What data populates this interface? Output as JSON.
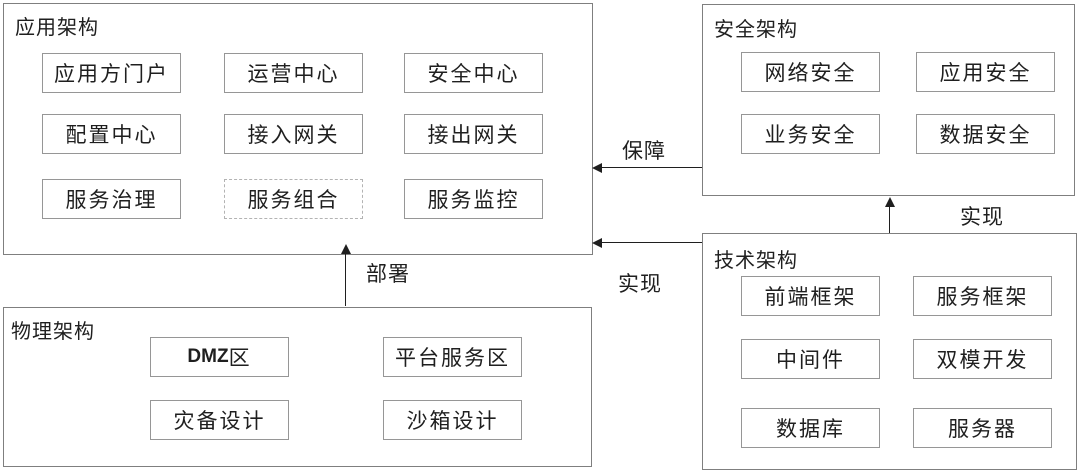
{
  "panels": {
    "application": {
      "title": "应用架构",
      "items": [
        "应用方门户",
        "运营中心",
        "安全中心",
        "配置中心",
        "接入网关",
        "接出网关",
        "服务治理",
        "服务组合",
        "服务监控"
      ]
    },
    "security": {
      "title": "安全架构",
      "items": [
        "网络安全",
        "应用安全",
        "业务安全",
        "数据安全"
      ]
    },
    "technology": {
      "title": "技术架构",
      "items": [
        "前端框架",
        "服务框架",
        "中间件",
        "双模开发",
        "数据库",
        "服务器"
      ]
    },
    "physical": {
      "title": "物理架构",
      "items": [
        "DMZ区",
        "平台服务区",
        "灾备设计",
        "沙箱设计"
      ]
    }
  },
  "arrows": {
    "guarantee": {
      "label": "保障",
      "from": "security",
      "to": "application"
    },
    "realize_app": {
      "label": "实现",
      "from": "technology",
      "to": "application"
    },
    "realize_security": {
      "label": "实现",
      "from": "technology",
      "to": "security"
    },
    "deploy": {
      "label": "部署",
      "from": "physical",
      "to": "application"
    }
  },
  "colors": {
    "background": "#ffffff",
    "panel_border": "#7f7f7f",
    "cell_border": "#969696",
    "dashed_cell_border": "#b3b3b3",
    "text": "#1f1f1f",
    "arrow": "#1f1f1f"
  }
}
